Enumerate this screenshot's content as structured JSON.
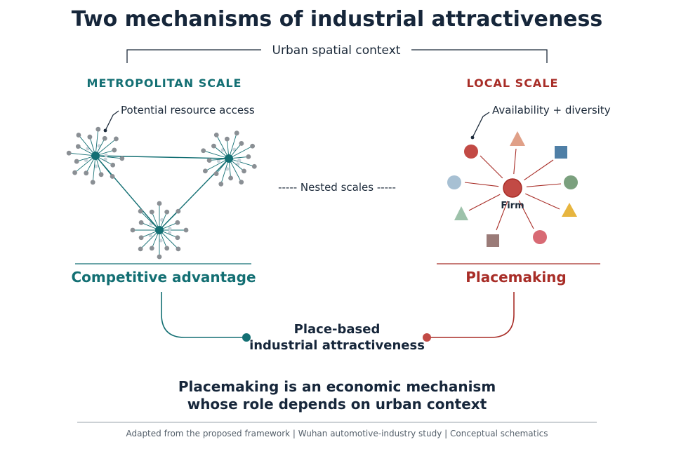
{
  "title": "Two mechanisms of industrial attractiveness",
  "context_label": "Urban spatial context",
  "left": {
    "scale_label": "METROPOLITAN SCALE",
    "annotation": "Potential resource access",
    "outcome": "Competitive advantage"
  },
  "middle": {
    "nested_label": "----- Nested scales -----"
  },
  "right": {
    "scale_label": "LOCAL SCALE",
    "annotation": "Availability + diversity",
    "firm_label": "Firm",
    "outcome": "Placemaking"
  },
  "center": {
    "line1": "Place-based",
    "line2": "industrial attractiveness"
  },
  "conclusion": {
    "line1": "Placemaking is an economic mechanism",
    "line2": "whose role depends on urban context"
  },
  "footer": "Adapted from the proposed framework  |  Wuhan automotive-industry study  |  Conceptual schematics",
  "colors": {
    "teal": "#136f73",
    "red": "#a82d27",
    "navy": "#16263a",
    "gray_node": "#8a8f94",
    "light_node": "#c9d3da"
  }
}
